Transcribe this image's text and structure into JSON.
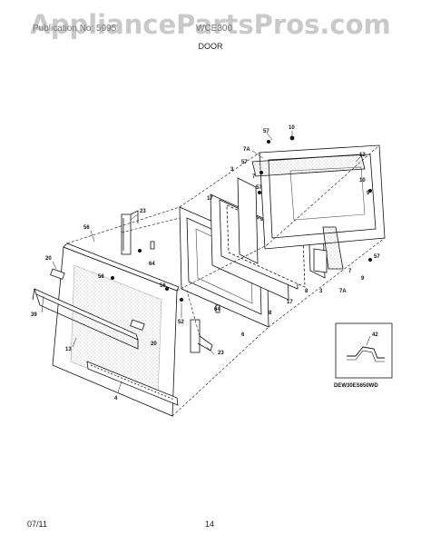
{
  "watermark": "AppliancePartsPros.com",
  "header": {
    "left": "Publication No: 5995",
    "right": "WCE300",
    "title": "DOOR"
  },
  "footer": {
    "date": "07/11",
    "page": "14"
  },
  "inset": {
    "part": "42",
    "model": "DEW30ES650WD"
  },
  "callouts": {
    "c57a": "57",
    "c10a": "10",
    "c7Aa": "7A",
    "c12": "12",
    "c57b": "57",
    "c7a": "7",
    "c3a": "3",
    "c57c": "57",
    "c10b": "10",
    "c9a": "9",
    "c17a": "17",
    "c23a": "23",
    "c56a": "56",
    "c64a": "64",
    "c20a": "20",
    "c56b": "56",
    "c56c": "56",
    "c39": "39",
    "c52": "52",
    "c64b": "64",
    "c20b": "20",
    "c13": "13",
    "c23b": "23",
    "c4": "4",
    "c6": "6",
    "c8a": "8",
    "c17b": "17",
    "c8b": "8",
    "c3b": "3",
    "c7Ab": "7A",
    "c7b": "7",
    "c9b": "9",
    "c57d": "57"
  }
}
